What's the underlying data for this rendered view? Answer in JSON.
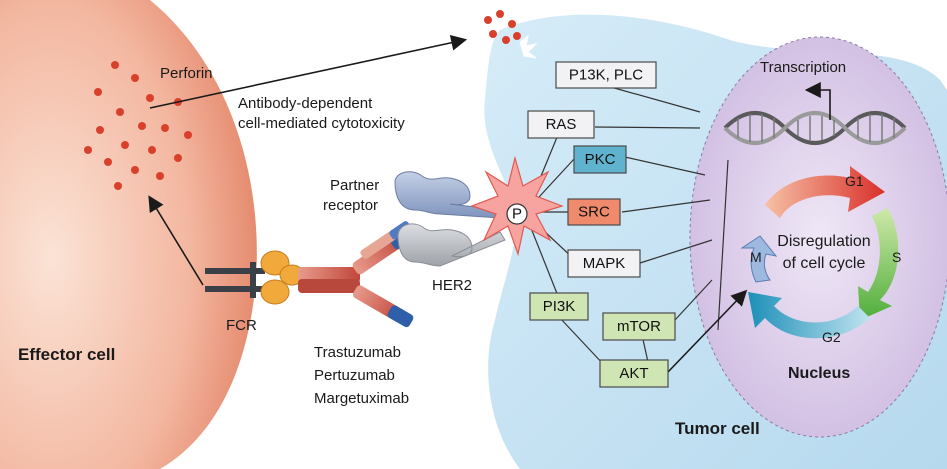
{
  "labels": {
    "perforin": "Perforin",
    "adcc_line1": "Antibody-dependent",
    "adcc_line2": "cell-mediated cytotoxicity",
    "partner_line1": "Partner",
    "partner_line2": "receptor",
    "her2": "HER2",
    "fcr": "FCR",
    "drug1": "Trastuzumab",
    "drug2": "Pertuzumab",
    "drug3": "Margetuximab",
    "effector_cell": "Effector cell",
    "tumor_cell": "Tumor cell",
    "nucleus": "Nucleus",
    "transcription": "Transcription",
    "phospho": "P",
    "cycle_line1": "Disregulation",
    "cycle_line2": "of cell cycle"
  },
  "pathway": {
    "p13k_plc": "P13K, PLC",
    "ras": "RAS",
    "pkc": "PKC",
    "src": "SRC",
    "mapk": "MAPK",
    "pi3k": "PI3K",
    "mtor": "mTOR",
    "akt": "AKT"
  },
  "cell_cycle": {
    "g1": "G1",
    "s": "S",
    "g2": "G2",
    "m": "M"
  },
  "colors": {
    "effector": "#e58a6e",
    "tumor": "#c3e1f2",
    "nucleus": "#d7c9e8",
    "perforin_dot": "#d9402b",
    "pkc_box": "#5fb3cf",
    "src_box": "#ef8a6c",
    "green_box": "#cfe6b4",
    "neutral_box": "#f2f2f4",
    "her2_gray": "#b9bcc1",
    "partner_blue": "#8ea2c9",
    "fcr_orange": "#f2a93b",
    "antibody_red": "#c95a4c",
    "antibody_blue": "#2f5fa8"
  }
}
